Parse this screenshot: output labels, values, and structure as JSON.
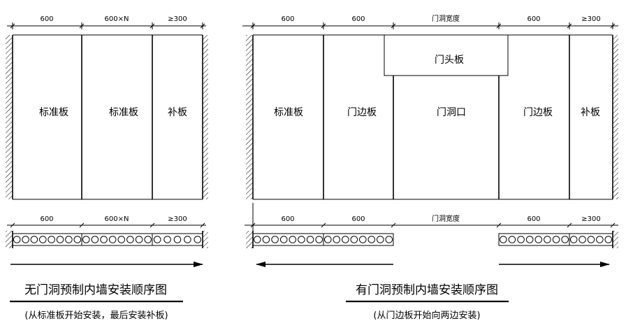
{
  "left_diagram": {
    "top_dims": [
      "600",
      "600×N",
      "≥300"
    ],
    "panels": [
      "标准板",
      "标准板",
      "补板"
    ],
    "bottom_dims": [
      "600",
      "600×N",
      "≥300"
    ],
    "title": "无门洞预制内墙安装顺序图",
    "subtitle": "(从标准板开始安装，最后安装补板)"
  },
  "right_diagram": {
    "top_dims": [
      "600",
      "600",
      "门洞宽度",
      "600",
      "≥300"
    ],
    "panels": [
      "标准板",
      "门边板",
      "门洞口",
      "门边板",
      "补板"
    ],
    "header_panel": "门头板",
    "bottom_dims": [
      "600",
      "600",
      "门洞宽度",
      "600",
      "≥300"
    ],
    "title": "有门洞预制内墙安装顺序图",
    "subtitle": "(从门边板开始向两边安装)"
  }
}
